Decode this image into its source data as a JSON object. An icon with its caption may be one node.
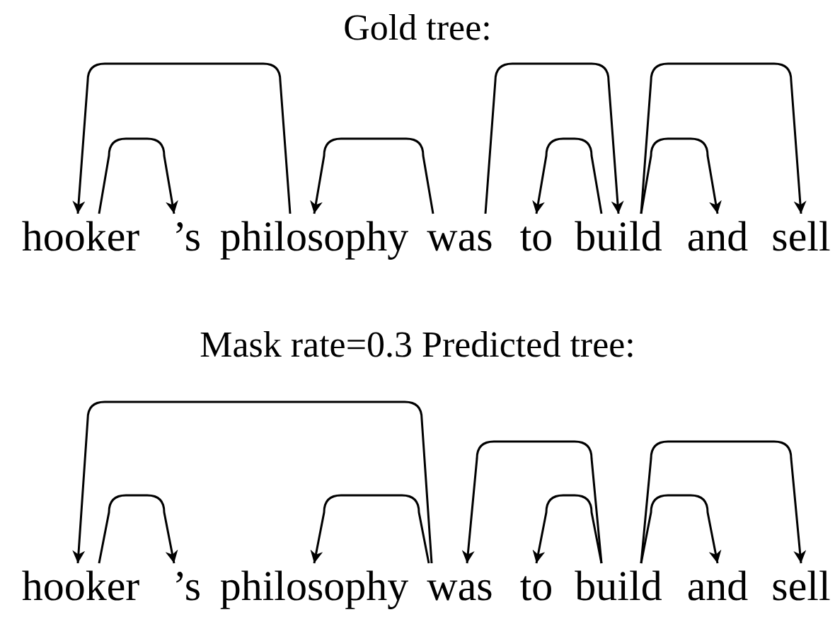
{
  "diagram": {
    "nodes": [
      {
        "text": [
          "hooker"
        ]
      },
      {
        "text": [
          "’s"
        ]
      },
      {
        "text": [
          "philosophy"
        ]
      },
      {
        "text": [
          "was"
        ]
      },
      {
        "text": [
          "to"
        ]
      },
      {
        "text": [
          "build"
        ]
      },
      {
        "text": [
          "and"
        ]
      },
      {
        "text": [
          "sell"
        ]
      },
      {
        "text": [
          "hooker"
        ]
      },
      {
        "text": [
          "’s"
        ]
      },
      {
        "text": [
          "philosophy"
        ]
      },
      {
        "text": [
          "was"
        ]
      },
      {
        "text": [
          "to"
        ]
      },
      {
        "text": [
          "build"
        ]
      },
      {
        "text": [
          "and"
        ]
      },
      {
        "text": [
          "sell"
        ]
      }
    ],
    "edges": [
      {
        "from": 2,
        "to": 0,
        "arrow": "to"
      },
      {
        "from": 0,
        "to": 1,
        "arrow": "to"
      },
      {
        "from": 3,
        "to": 2,
        "arrow": "to"
      },
      {
        "from": 3,
        "to": 5,
        "arrow": "to"
      },
      {
        "from": 5,
        "to": 4,
        "arrow": "to"
      },
      {
        "from": 5,
        "to": 6,
        "arrow": "to"
      },
      {
        "from": 5,
        "to": 7,
        "arrow": "to"
      },
      {
        "from": 8,
        "to": 9,
        "arrow": "to"
      },
      {
        "from": 11,
        "to": 8,
        "arrow": "to"
      },
      {
        "from": 11,
        "to": 10,
        "arrow": "to"
      },
      {
        "from": 13,
        "to": 11,
        "arrow": "to"
      },
      {
        "from": 13,
        "to": 12,
        "arrow": "to"
      },
      {
        "from": 13,
        "to": 14,
        "arrow": "to"
      },
      {
        "from": 13,
        "to": 15,
        "arrow": "to"
      }
    ],
    "labels": [
      "Gold tree:",
      "Mask rate=0.3 Predicted tree:"
    ]
  }
}
